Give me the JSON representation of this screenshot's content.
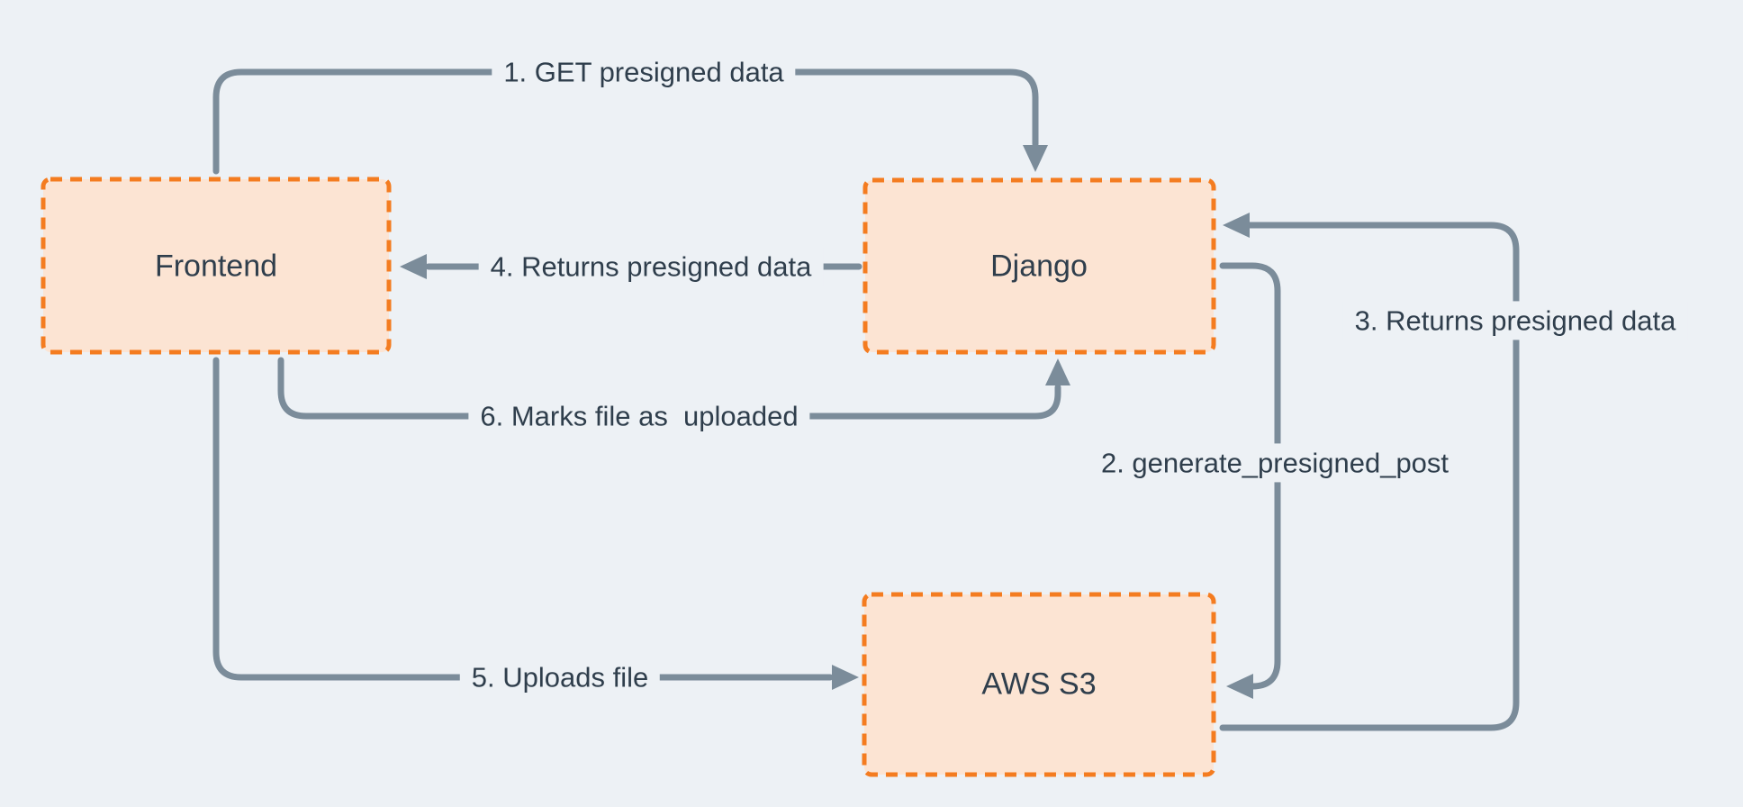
{
  "page": {
    "background": "#edf1f5"
  },
  "colors": {
    "bg": "#edf1f5",
    "box_fill": "#fce4d3",
    "box_border": "#f47c20",
    "arrow": "#7b8c9a",
    "text": "#2f3e4c"
  },
  "diagram": {
    "type": "flow-diagram",
    "nodes": [
      {
        "id": "frontend",
        "label": "Frontend"
      },
      {
        "id": "django",
        "label": "Django"
      },
      {
        "id": "aws_s3",
        "label": "AWS S3"
      }
    ],
    "steps": [
      {
        "label": "1. GET presigned data",
        "from": "Frontend",
        "to": "Django"
      },
      {
        "label": "2. generate_presigned_post",
        "from": "Django",
        "to": "AWS S3"
      },
      {
        "label": "3. Returns presigned data",
        "from": "AWS S3",
        "to": "Django"
      },
      {
        "label": "4. Returns presigned data",
        "from": "Django",
        "to": "Frontend"
      },
      {
        "label": "5. Uploads file",
        "from": "Frontend",
        "to": "AWS S3"
      },
      {
        "label": "6. Marks file as  uploaded",
        "from": "Frontend",
        "to": "Django"
      }
    ]
  }
}
